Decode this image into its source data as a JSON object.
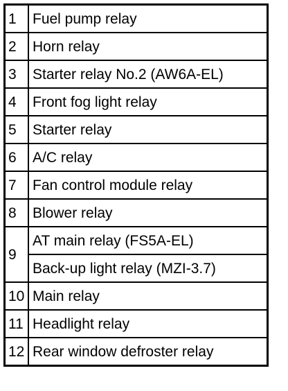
{
  "relays": [
    {
      "number": "1",
      "descriptions": [
        "Fuel pump relay"
      ]
    },
    {
      "number": "2",
      "descriptions": [
        "Horn relay"
      ]
    },
    {
      "number": "3",
      "descriptions": [
        "Starter relay No.2 (AW6A-EL)"
      ]
    },
    {
      "number": "4",
      "descriptions": [
        "Front fog light relay"
      ]
    },
    {
      "number": "5",
      "descriptions": [
        "Starter relay"
      ]
    },
    {
      "number": "6",
      "descriptions": [
        "A/C relay"
      ]
    },
    {
      "number": "7",
      "descriptions": [
        "Fan control module relay"
      ]
    },
    {
      "number": "8",
      "descriptions": [
        "Blower relay"
      ]
    },
    {
      "number": "9",
      "descriptions": [
        "AT main relay (FS5A-EL)",
        "Back-up light relay (MZI-3.7)"
      ]
    },
    {
      "number": "10",
      "descriptions": [
        "Main relay"
      ]
    },
    {
      "number": "11",
      "descriptions": [
        "Headlight relay"
      ]
    },
    {
      "number": "12",
      "descriptions": [
        "Rear window defroster relay"
      ]
    }
  ]
}
